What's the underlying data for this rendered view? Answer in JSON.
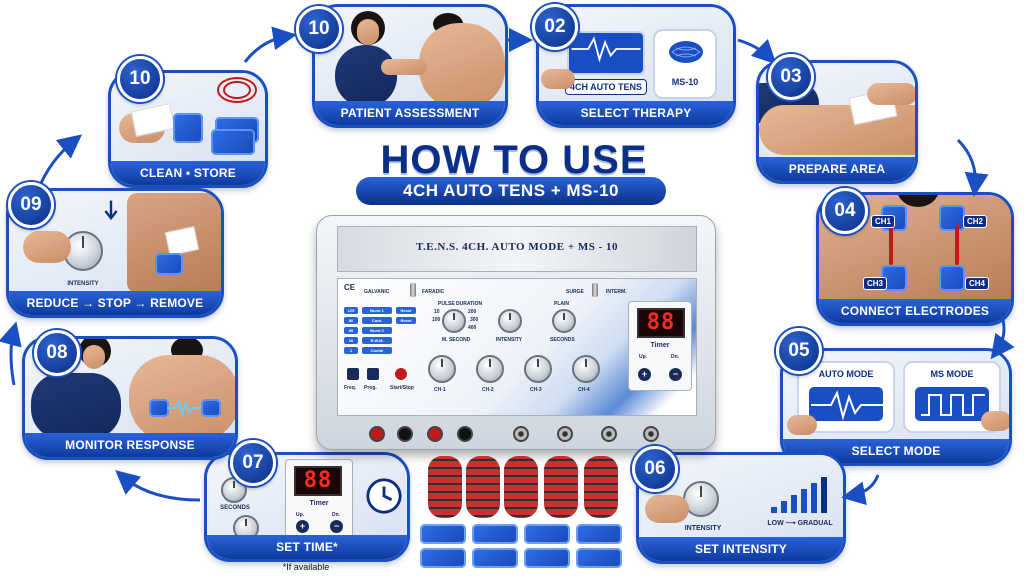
{
  "title": "HOW TO USE",
  "subtitle": "4CH AUTO TENS + MS-10",
  "steps": {
    "clean_store": {
      "number": "10",
      "label": "CLEAN • STORE"
    },
    "patient_assessment": {
      "number": "10",
      "label": "PATIENT ASSESSMENT"
    },
    "select_therapy": {
      "number": "02",
      "label": "SELECT THERAPY",
      "option_a": "4CH AUTO TENS",
      "option_b": "MS-10"
    },
    "prepare_area": {
      "number": "03",
      "label": "PREPARE AREA"
    },
    "connect_electrodes": {
      "number": "04",
      "label": "CONNECT ELECTRODES",
      "channels": [
        "CH1",
        "CH2",
        "CH3",
        "CH4"
      ]
    },
    "select_mode": {
      "number": "05",
      "label": "SELECT MODE",
      "mode_a": "AUTO MODE",
      "mode_b": "MS MODE"
    },
    "set_intensity": {
      "number": "06",
      "label": "SET INTENSITY",
      "knob_label": "INTENSITY",
      "scale_label": "LOW ⟶ GRADUAL"
    },
    "set_time": {
      "number": "07",
      "label": "SET TIME*",
      "footnote": "*If available",
      "timer_display": "88",
      "timer_label": "Timer",
      "up": "Up.",
      "dn": "Dn.",
      "seconds": "SECONDS"
    },
    "monitor_response": {
      "number": "08",
      "label": "MONITOR RESPONSE"
    },
    "reduce_stop_remove": {
      "number": "09",
      "label": "REDUCE → STOP → REMOVE",
      "knob_label": "INTENSITY"
    }
  },
  "device": {
    "title": "T.E.N.S. 4CH. AUTO MODE + MS - 10",
    "ce": "CE",
    "galvanic": "GALVANIC",
    "faradic": "FARADIC",
    "surge": "SURGE",
    "interm": "INTERM.",
    "pulse_duration": "PULSE DURATION",
    "m_second": "M. SECOND",
    "intensity": "INTENSITY",
    "plain": "PLAIN",
    "seconds": "SECONDS",
    "pd_scale": [
      "10",
      "100",
      "200",
      "300",
      "400"
    ],
    "programs": [
      [
        "125",
        "Burst 1",
        "Reset"
      ],
      [
        "80",
        "Cont.",
        "Reset"
      ],
      [
        "50",
        "Burst 2",
        ""
      ],
      [
        "10",
        "R.W.M.",
        ""
      ],
      [
        "1",
        "Combi",
        ""
      ]
    ],
    "channels": [
      "CH-1",
      "CH-2",
      "CH-3",
      "CH-4"
    ],
    "freq": "Freq.",
    "prog": "Prog.",
    "start_stop": "Start/Stop",
    "timer_display": "88",
    "timer_label": "Timer",
    "up": "Up.",
    "dn": "Dn."
  },
  "colors": {
    "brand_blue": "#0b2f86",
    "accent_blue": "#2a63d8",
    "led_red": "#ff2a1e",
    "wire_red": "#c21a1a"
  }
}
